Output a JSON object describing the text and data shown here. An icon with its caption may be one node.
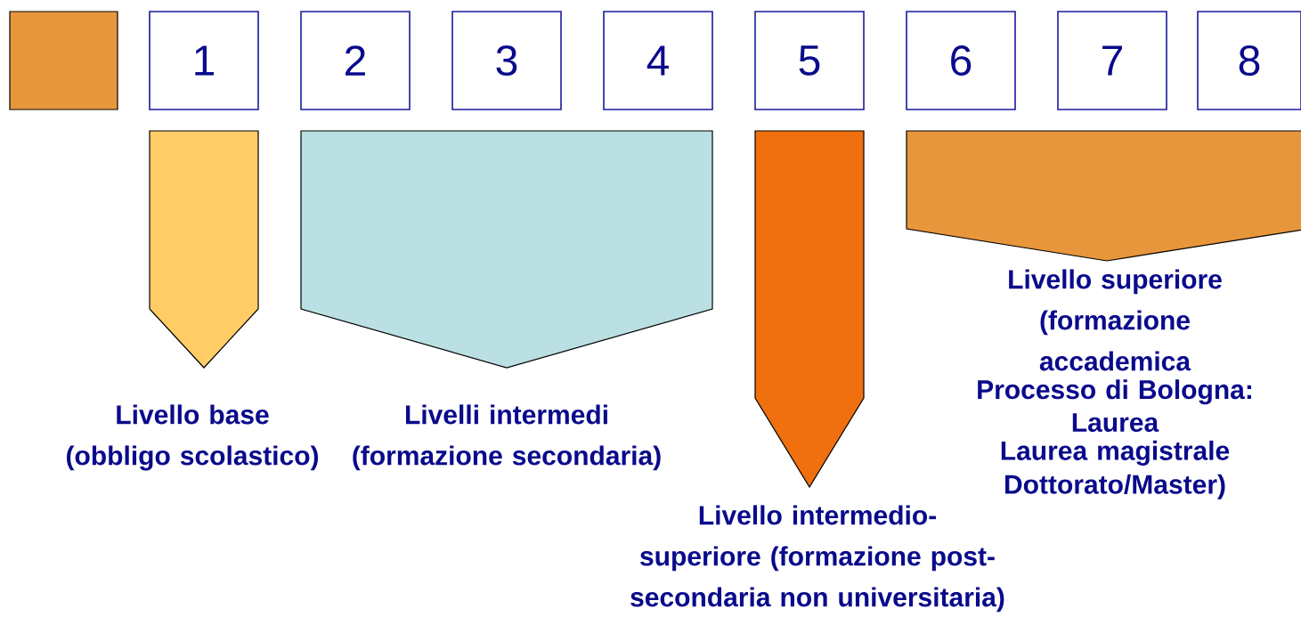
{
  "diagram": {
    "nodes": [
      {
        "text": [],
        "shape": "box"
      },
      {
        "text": [
          "1"
        ]
      },
      {
        "text": [
          "2"
        ]
      },
      {
        "text": [
          "3"
        ]
      },
      {
        "text": [
          "4"
        ]
      },
      {
        "text": [
          "5"
        ]
      },
      {
        "text": [
          "6"
        ]
      },
      {
        "text": [
          "7"
        ]
      },
      {
        "text": [
          "8"
        ]
      },
      {
        "text": [],
        "shape": "pentagon",
        "beside": [
          "Livello base (obbligo scolastico)"
        ]
      },
      {
        "text": [],
        "shape": "pentagon",
        "beside": [
          "Livelli intermedi (formazione secondaria)"
        ]
      },
      {
        "text": [],
        "shape": "pentagon",
        "beside": [
          "Livello intermedio-superiore (formazione post-secondaria non universitaria)"
        ]
      },
      {
        "text": [],
        "shape": "pentagon",
        "beside": [
          "Livello superiore (formazione accademica",
          "Processo di Bologna:",
          "Laurea",
          "Laurea magistrale",
          "Dottorato/Master)"
        ]
      }
    ],
    "edges": []
  }
}
